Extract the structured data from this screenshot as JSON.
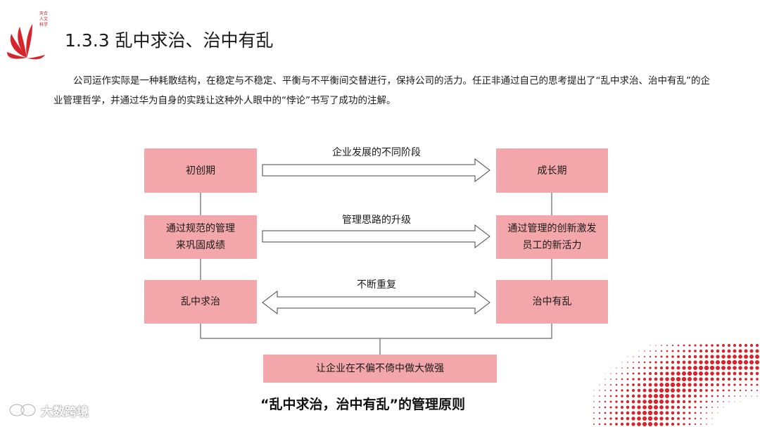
{
  "header": {
    "title": "1.3.3 乱中求治、治中有乱",
    "seal_text": "天合人文科学"
  },
  "intro": {
    "text": "公司运作实际是一种耗散结构，在稳定与不稳定、平衡与不平衡间交替进行，保持公司的活力。任正非通过自己的思考提出了“乱中求治、治中有乱”的企业管理哲学，并通过华为自身的实践让这种外人眼中的“悖论”书写了成功的注解。"
  },
  "diagram": {
    "rows": [
      {
        "left": "初创期",
        "right": "成长期",
        "arrow_label": "企业发展的不同阶段",
        "arrow": "single"
      },
      {
        "left": "通过规范的管理\n来巩固成绩",
        "right": "通过管理的创新激发\n员工的新活力",
        "arrow_label": "管理思路的升级",
        "arrow": "single"
      },
      {
        "left": "乱中求治",
        "right": "治中有乱",
        "arrow_label": "不断重复",
        "arrow": "double"
      }
    ],
    "result": "让企业在不偏不倚中做大做强",
    "box_color": "#f4a7aa"
  },
  "caption": "“乱中求治，治中有乱”的管理原则",
  "watermark": {
    "text": "大数跨境",
    "icon": "watermark-logo-icon"
  },
  "colors": {
    "accent": "#d8232a",
    "box": "#f4a7aa"
  }
}
